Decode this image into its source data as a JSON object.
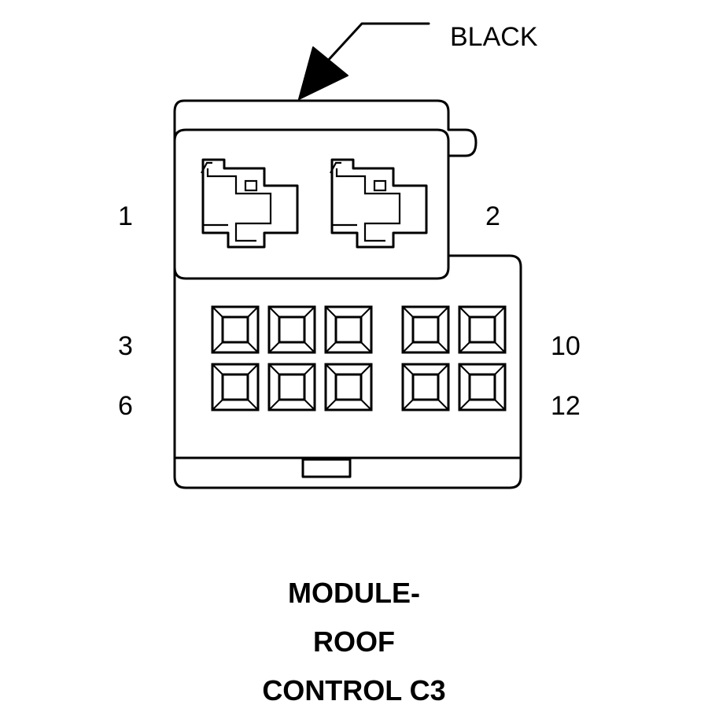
{
  "wire_color_label": "BLACK",
  "pins": {
    "p1": "1",
    "p2": "2",
    "p3": "3",
    "p6": "6",
    "p10": "10",
    "p12": "12"
  },
  "title": {
    "line1": "MODULE-",
    "line2": "ROOF",
    "line3": "CONTROL C3"
  }
}
